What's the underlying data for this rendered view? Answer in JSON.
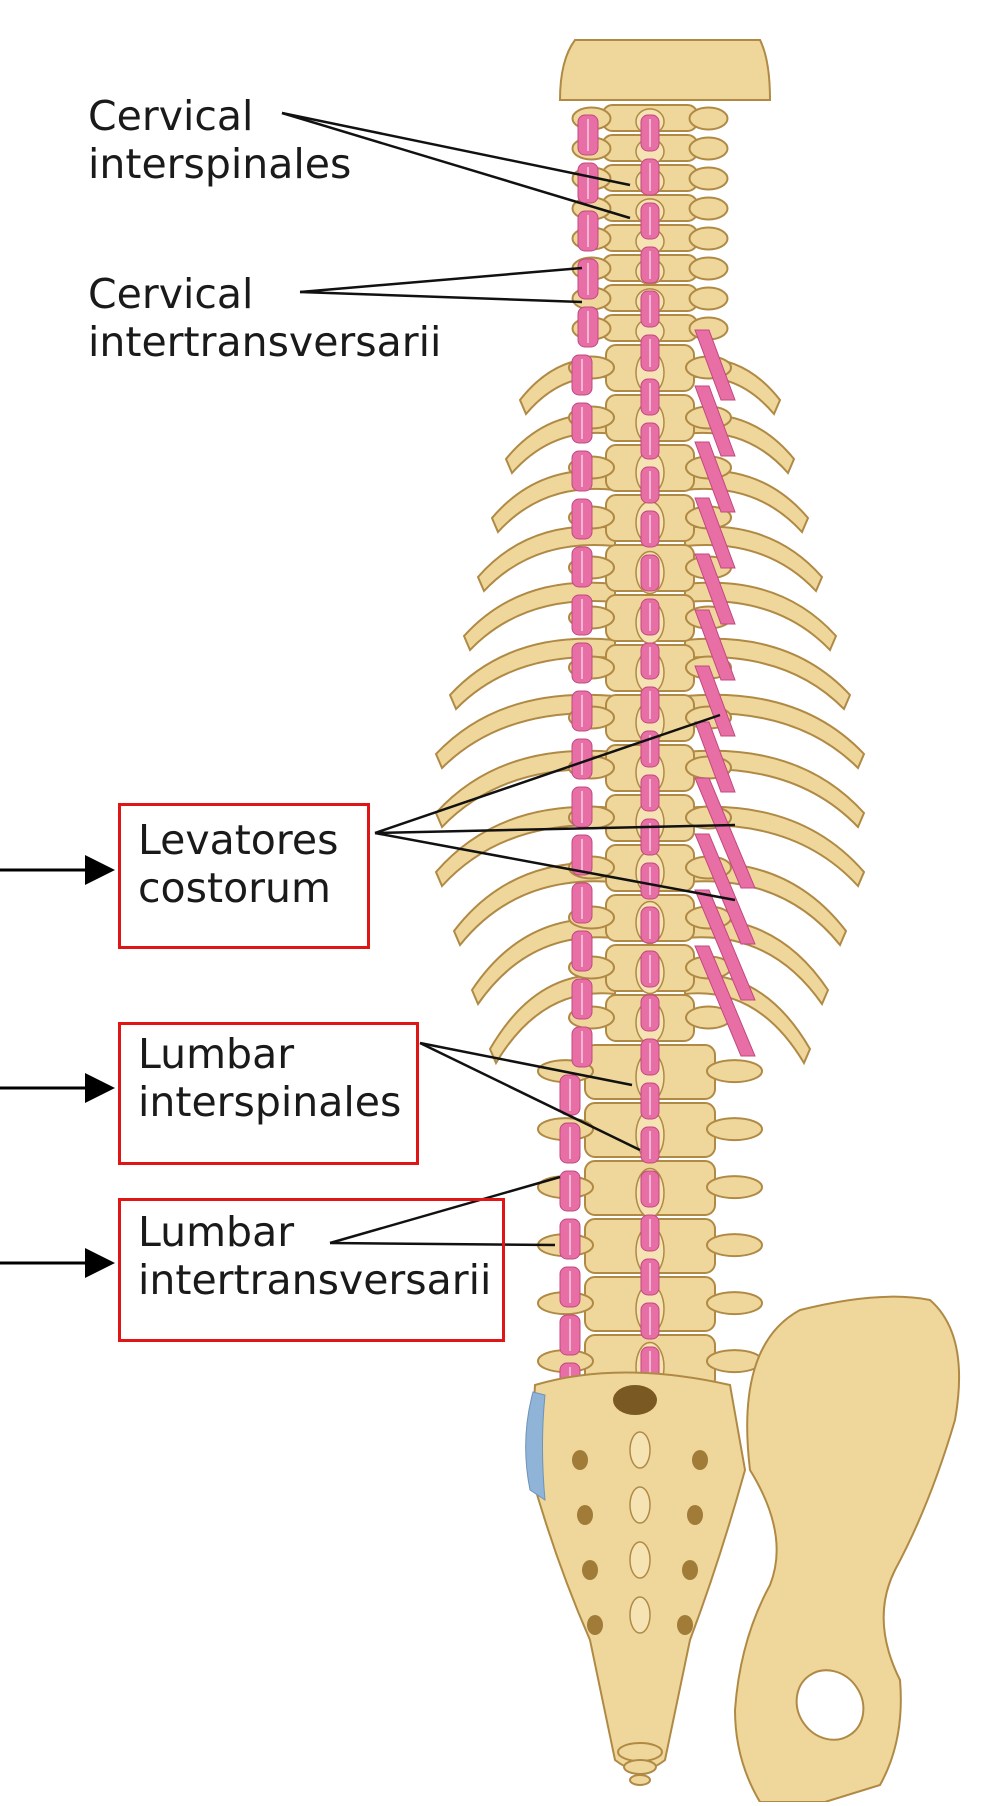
{
  "labels": {
    "cervical_interspinales": {
      "line1": "Cervical",
      "line2": "interspinales"
    },
    "cervical_intertransversarii": {
      "line1": "Cervical",
      "line2": "intertransversarii"
    },
    "levatores_costorum": {
      "line1": "Levatores",
      "line2": "costorum"
    },
    "lumbar_interspinales": {
      "line1": "Lumbar",
      "line2": "interspinales"
    },
    "lumbar_intertransversarii": {
      "line1": "Lumbar",
      "line2": "intertransversarii"
    }
  },
  "colors": {
    "bone": "#efd79b",
    "bone_edge": "#b08a45",
    "muscle": "#e76fa6",
    "muscle_stripe": "#f6b6d3",
    "highlight_box": "#e01616",
    "leader_line": "#111111",
    "blue_area": "#8fb4d8"
  }
}
